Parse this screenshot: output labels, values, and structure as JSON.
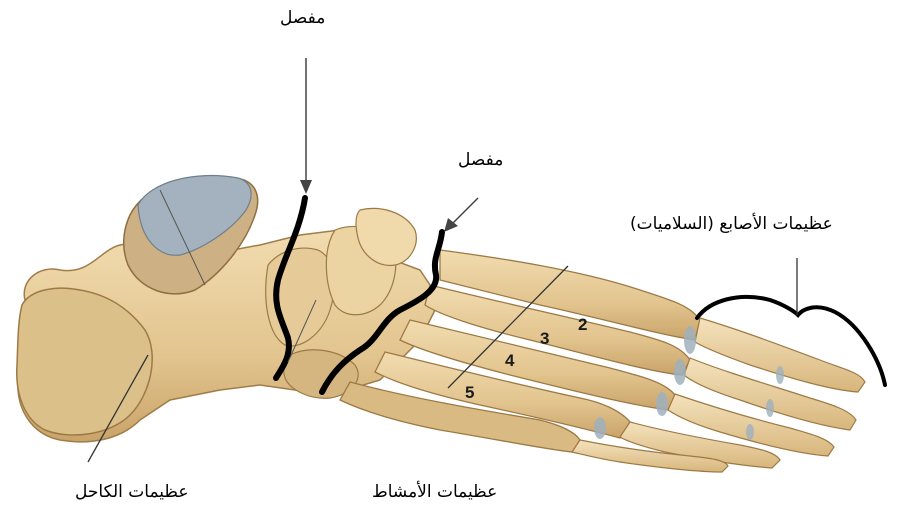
{
  "labels": {
    "joint_top": "مفصل",
    "joint_mid": "مفصل",
    "phalanges": "عظيمات الأصابع  (السلاميات)",
    "tarsals": "عظيمات الكاحل",
    "metatarsals": "عظيمات الأمشاط"
  },
  "metatarsal_numbers": [
    "2",
    "3",
    "4",
    "5"
  ],
  "colors": {
    "bone": "#e2c48e",
    "bone_shade": "#c9a46a",
    "bone_light": "#f1dcb0",
    "cartilage": "#9fb0bd",
    "outline": "#000000"
  }
}
